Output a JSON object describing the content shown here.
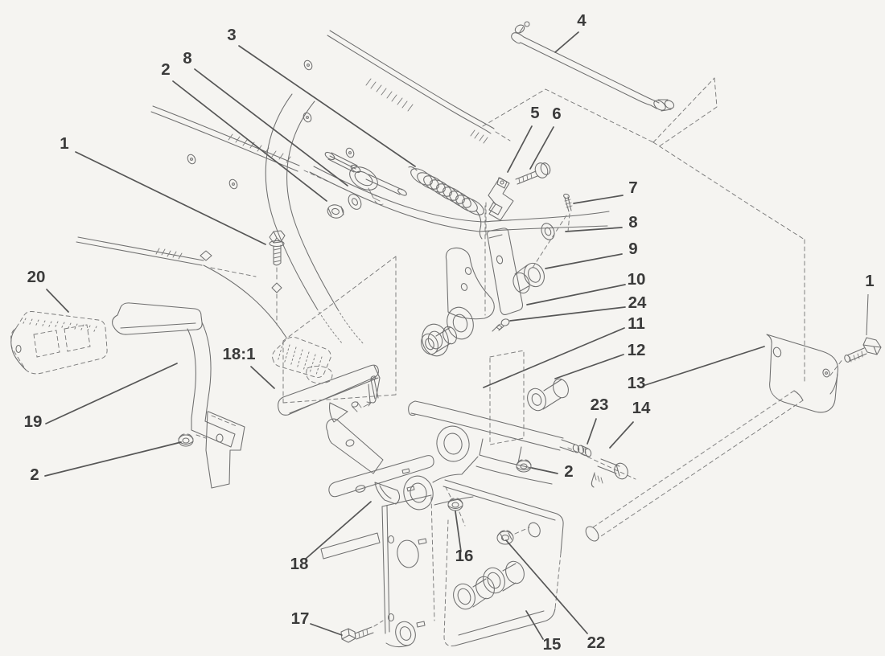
{
  "diagram": {
    "type": "exploded-parts-diagram",
    "background_color": "#f5f4f1",
    "line_color": "#6f6f6f",
    "leader_color": "#565656",
    "label_color": "#3b3b3b",
    "callouts": [
      {
        "id": "callout-3",
        "label": "3"
      },
      {
        "id": "callout-8-top",
        "label": "8"
      },
      {
        "id": "callout-2-top",
        "label": "2"
      },
      {
        "id": "callout-1-topleft",
        "label": "1"
      },
      {
        "id": "callout-4",
        "label": "4"
      },
      {
        "id": "callout-5",
        "label": "5"
      },
      {
        "id": "callout-6",
        "label": "6"
      },
      {
        "id": "callout-7",
        "label": "7"
      },
      {
        "id": "callout-8-right",
        "label": "8"
      },
      {
        "id": "callout-9",
        "label": "9"
      },
      {
        "id": "callout-10",
        "label": "10"
      },
      {
        "id": "callout-24",
        "label": "24"
      },
      {
        "id": "callout-11",
        "label": "11"
      },
      {
        "id": "callout-12",
        "label": "12"
      },
      {
        "id": "callout-13",
        "label": "13"
      },
      {
        "id": "callout-1-right",
        "label": "1"
      },
      {
        "id": "callout-23",
        "label": "23"
      },
      {
        "id": "callout-14",
        "label": "14"
      },
      {
        "id": "callout-20",
        "label": "20"
      },
      {
        "id": "callout-18-1",
        "label": "18:1"
      },
      {
        "id": "callout-19",
        "label": "19"
      },
      {
        "id": "callout-2-left",
        "label": "2"
      },
      {
        "id": "callout-2-mid",
        "label": "2"
      },
      {
        "id": "callout-16",
        "label": "16"
      },
      {
        "id": "callout-18",
        "label": "18"
      },
      {
        "id": "callout-17",
        "label": "17"
      },
      {
        "id": "callout-15",
        "label": "15"
      },
      {
        "id": "callout-22",
        "label": "22"
      }
    ]
  }
}
